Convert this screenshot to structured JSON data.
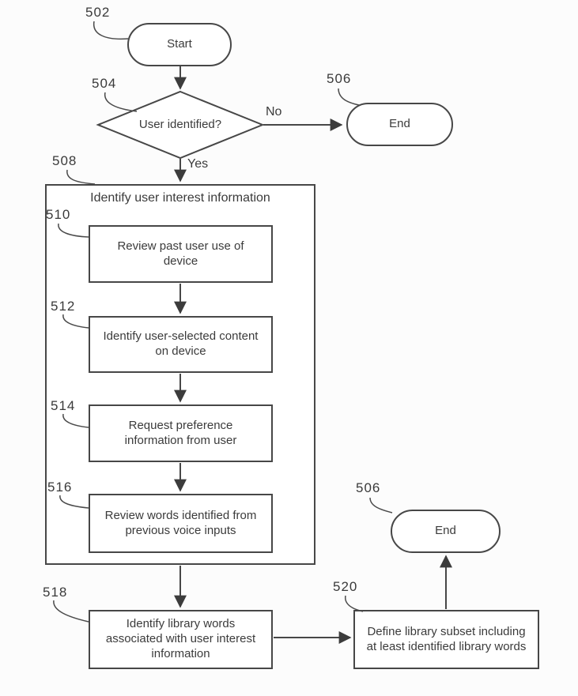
{
  "figure": {
    "kind": "patent-flowchart",
    "colors": {
      "background": "#fcfcfc",
      "line": "#474747",
      "text": "#3b3b3b"
    },
    "nodes": {
      "start": {
        "ref": "502",
        "label": "Start"
      },
      "decision": {
        "ref": "504",
        "label": "User identified?"
      },
      "end_top": {
        "ref": "506",
        "label": "End"
      },
      "group": {
        "ref": "508",
        "label": "Identify user interest information"
      },
      "step_510": {
        "ref": "510",
        "label": "Review past user use of device"
      },
      "step_512": {
        "ref": "512",
        "label": "Identify user-selected content on device"
      },
      "step_514": {
        "ref": "514",
        "label": "Request preference information from user"
      },
      "step_516": {
        "ref": "516",
        "label": "Review words identified from previous voice inputs"
      },
      "step_518": {
        "ref": "518",
        "label": "Identify library words associated with user interest information"
      },
      "step_520": {
        "ref": "520",
        "label": "Define library subset including at least identified library words"
      },
      "end_bottom": {
        "ref": "506",
        "label": "End"
      }
    },
    "edges": {
      "no": "No",
      "yes": "Yes"
    }
  }
}
